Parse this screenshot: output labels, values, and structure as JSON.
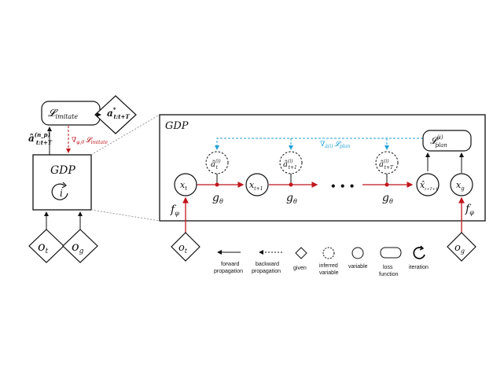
{
  "left": {
    "loss_label": "𝓛",
    "loss_sub": "imitate",
    "target_label": "a",
    "target_sup": "*",
    "target_sub": "t:t+T",
    "pred_label": "â",
    "pred_sup": "(n_p)",
    "pred_sub": "t:t+T",
    "grad_label": "∇",
    "grad_sub": "φ,θ",
    "grad_loss": "𝓛",
    "grad_loss_sub": "imitate",
    "gdp_title": "GDP",
    "iter_label": "i",
    "input_ot": "o",
    "input_ot_sub": "t",
    "input_og": "o",
    "input_og_sub": "g"
  },
  "right": {
    "panel_title": "GDP",
    "state_xt": "x",
    "state_xt_sub": "t",
    "state_xt1": "x",
    "state_xt1_sub": "t+1",
    "state_xtT": "x̂",
    "state_xtT_sub": "t+T+1",
    "state_xg": "x",
    "state_xg_sub": "g",
    "act_0": "â",
    "act_0_sup": "(i)",
    "act_0_sub": "t",
    "act_1": "â",
    "act_1_sup": "(i)",
    "act_1_sub": "t+1",
    "act_T": "â",
    "act_T_sup": "(i)",
    "act_T_sub": "t+T",
    "g_label": "g",
    "g_sub": "θ",
    "f_label": "f",
    "f_sub": "φ",
    "dots": "• • •",
    "plan_loss": "𝓛",
    "plan_loss_sup": "(i)",
    "plan_loss_sub": "plan",
    "plan_grad": "∇",
    "plan_grad_sub": "â(i)",
    "plan_grad_loss": "𝓛",
    "plan_grad_loss_sub": "plan",
    "input_ot": "o",
    "input_ot_sub": "t",
    "input_og": "o",
    "input_og_sub": "g"
  },
  "legend": {
    "forward": [
      "forward",
      "propagation"
    ],
    "backward": [
      "backward",
      "propagation"
    ],
    "given": "given",
    "inferred": [
      "inferred",
      "variable"
    ],
    "variable": "variable",
    "loss": [
      "loss",
      "function"
    ],
    "iteration": "iteration"
  },
  "colors": {
    "forward": "#c0161c",
    "plan_grad": "#1fa0d6",
    "imitate_grad": "#c0161c",
    "stroke": "#111111"
  }
}
